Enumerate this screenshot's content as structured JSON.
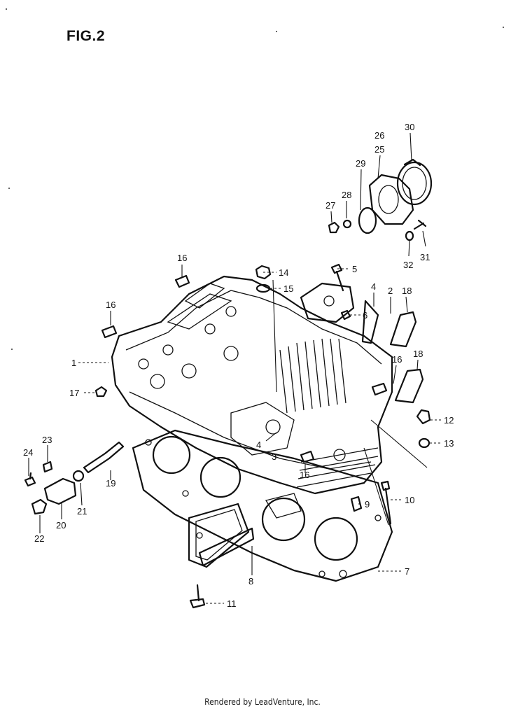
{
  "figure": {
    "title": "FIG.2"
  },
  "callouts": [
    {
      "id": "c30",
      "label": "30"
    },
    {
      "id": "c26",
      "label": "26"
    },
    {
      "id": "c25",
      "label": "25"
    },
    {
      "id": "c29",
      "label": "29"
    },
    {
      "id": "c28",
      "label": "28"
    },
    {
      "id": "c27",
      "label": "27"
    },
    {
      "id": "c31",
      "label": "31"
    },
    {
      "id": "c32",
      "label": "32"
    },
    {
      "id": "c16a",
      "label": "16"
    },
    {
      "id": "c14",
      "label": "14"
    },
    {
      "id": "c5",
      "label": "5"
    },
    {
      "id": "c15",
      "label": "15"
    },
    {
      "id": "c4a",
      "label": "4"
    },
    {
      "id": "c2",
      "label": "2"
    },
    {
      "id": "c18a",
      "label": "18"
    },
    {
      "id": "c16b",
      "label": "16"
    },
    {
      "id": "c6",
      "label": "6"
    },
    {
      "id": "c1",
      "label": "1"
    },
    {
      "id": "c18b",
      "label": "18"
    },
    {
      "id": "c16c",
      "label": "16"
    },
    {
      "id": "c17",
      "label": "17"
    },
    {
      "id": "c12",
      "label": "12"
    },
    {
      "id": "c4b",
      "label": "4"
    },
    {
      "id": "c3",
      "label": "3"
    },
    {
      "id": "c13",
      "label": "13"
    },
    {
      "id": "c23",
      "label": "23"
    },
    {
      "id": "c24",
      "label": "24"
    },
    {
      "id": "c19",
      "label": "19"
    },
    {
      "id": "c16d",
      "label": "16"
    },
    {
      "id": "c9",
      "label": "9"
    },
    {
      "id": "c10",
      "label": "10"
    },
    {
      "id": "c21",
      "label": "21"
    },
    {
      "id": "c20",
      "label": "20"
    },
    {
      "id": "c22",
      "label": "22"
    },
    {
      "id": "c7",
      "label": "7"
    },
    {
      "id": "c8",
      "label": "8"
    },
    {
      "id": "c11",
      "label": "11"
    }
  ],
  "footer": {
    "text": "Rendered by LeadVenture, Inc."
  }
}
